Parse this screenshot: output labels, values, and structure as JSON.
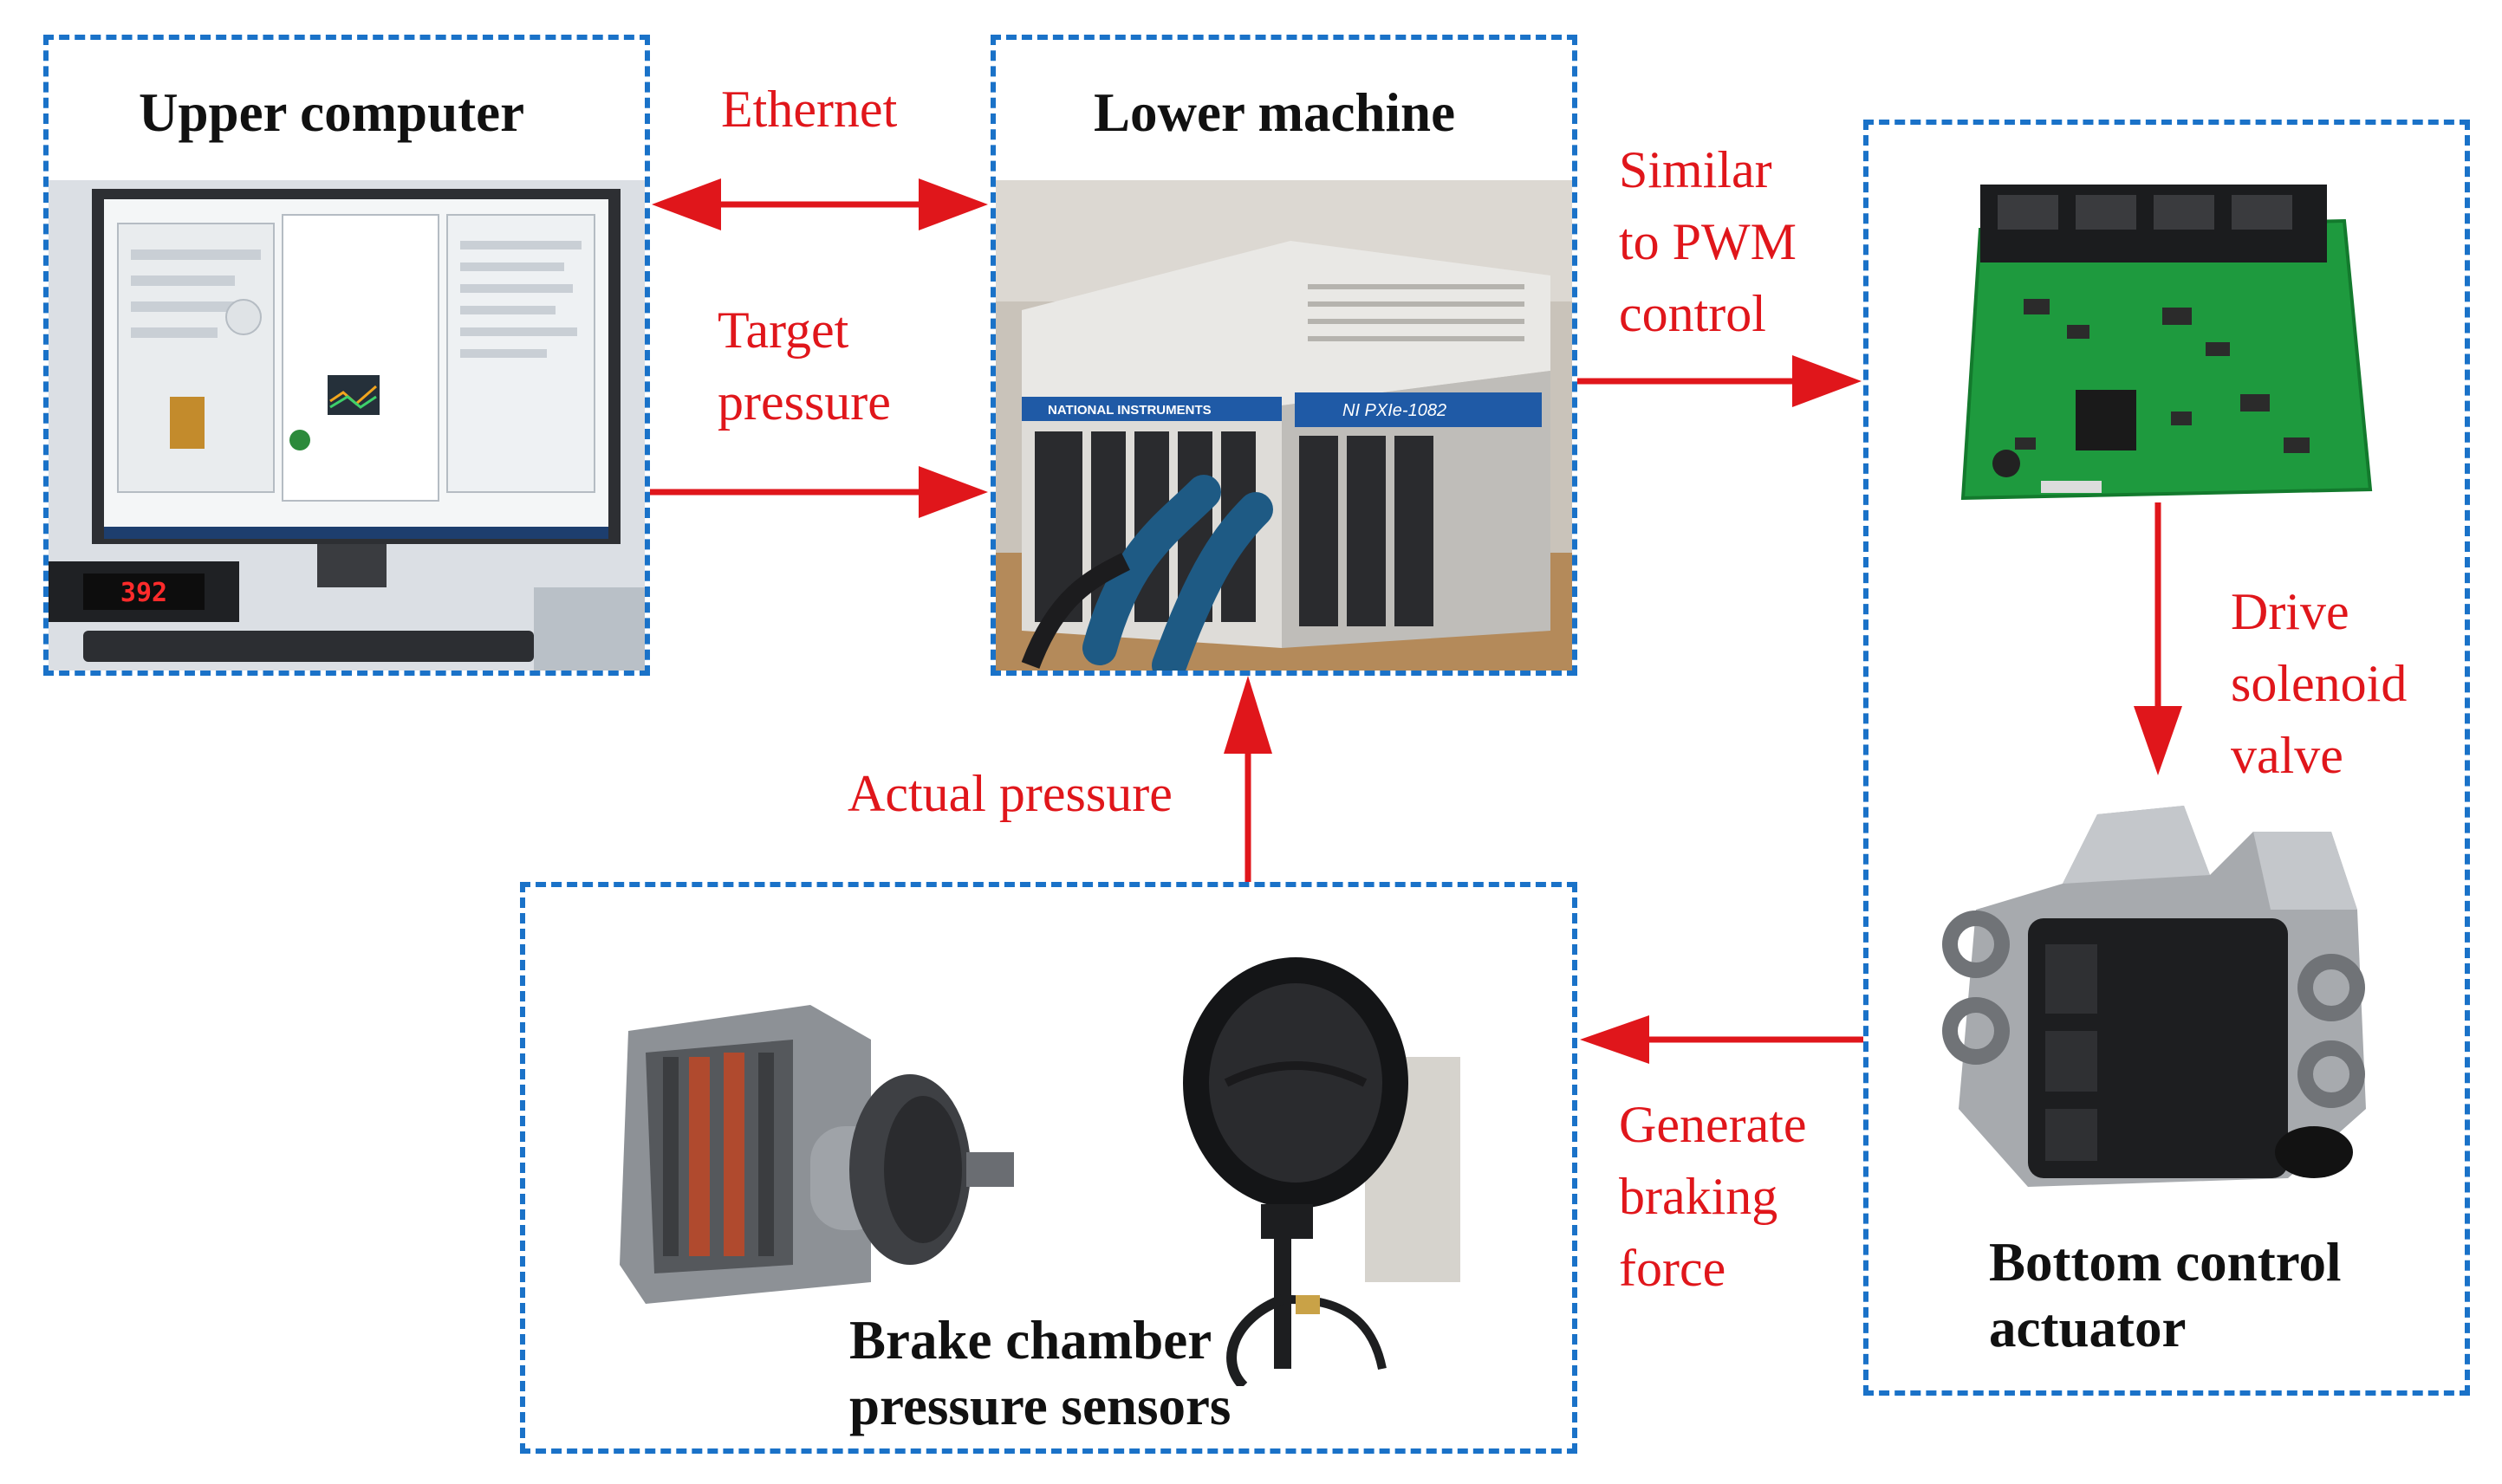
{
  "nodes": {
    "upper_computer": {
      "title": "Upper computer"
    },
    "lower_machine": {
      "title": "Lower machine",
      "brand": "NATIONAL INSTRUMENTS",
      "model": "NI PXIe-1082"
    },
    "bottom_actuator": {
      "title_line1": "Bottom control",
      "title_line2": "actuator"
    },
    "brake_chamber": {
      "title_line1": "Brake chamber",
      "title_line2": "pressure sensors"
    }
  },
  "monitor": {
    "display_readout": "392"
  },
  "edges": {
    "ethernet": "Ethernet",
    "target_pressure": {
      "line1": "Target",
      "line2": "pressure"
    },
    "pwm": {
      "line1": "Similar",
      "line2": "to PWM",
      "line3": "control"
    },
    "solenoid": {
      "line1": "Drive",
      "line2": "solenoid",
      "line3": "valve"
    },
    "braking": {
      "line1": "Generate",
      "line2": "braking",
      "line3": "force"
    },
    "actual_pressure": "Actual pressure"
  },
  "colors": {
    "frame": "#1a72c8",
    "arrow": "#e0161b",
    "text": "#111111"
  }
}
